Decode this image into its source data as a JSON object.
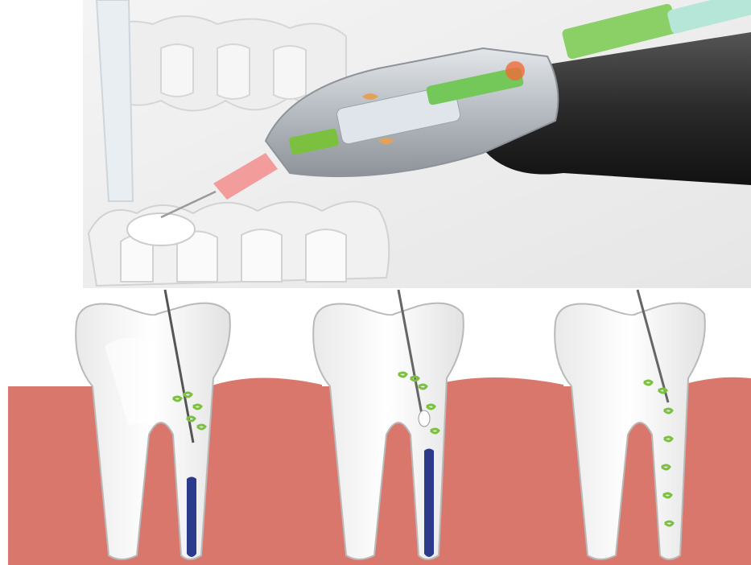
{
  "figure": {
    "panels": [
      {
        "id": "handpiece-in-mouth",
        "subject": "endodontic-handpiece"
      },
      {
        "id": "root-canal-stage-1",
        "instrument": "spiral-file"
      },
      {
        "id": "root-canal-stage-2",
        "instrument": "irrigation-needle"
      },
      {
        "id": "root-canal-stage-3",
        "instrument": "smooth-file"
      }
    ],
    "colors": {
      "gum": "#d9776c",
      "tooth": "#f2f2f2",
      "tooth_outline": "#b9b9b9",
      "canal_fill": "#2c3a8c",
      "debris": "#7cc040",
      "handpiece_body": "#2b2b2b",
      "handpiece_shell": "#bfc4c9",
      "syringe_green": "#8bd066",
      "needle_hub": "#f28d8d"
    }
  }
}
